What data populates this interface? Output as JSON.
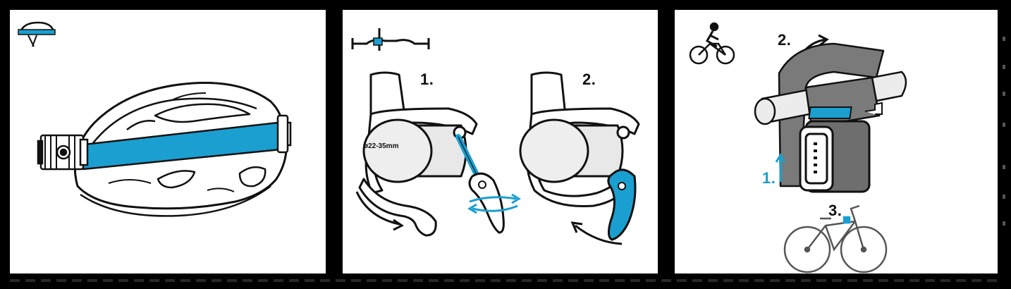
{
  "colors": {
    "accent_blue": "#1a9fd0",
    "line": "#111111",
    "strap_gray": "#7a7a7a",
    "background": "#000000",
    "panel": "#ffffff"
  },
  "panels": [
    {
      "icon": "helmet-icon",
      "title": ""
    },
    {
      "icon": "handlebar-icon",
      "steps": [
        {
          "label": "1.",
          "diameter_label": "ø22-35mm"
        },
        {
          "label": "2."
        }
      ]
    },
    {
      "icon": "cyclist-icon",
      "steps": [
        {
          "label": "1."
        },
        {
          "label": "2."
        },
        {
          "label": "3."
        }
      ]
    }
  ]
}
